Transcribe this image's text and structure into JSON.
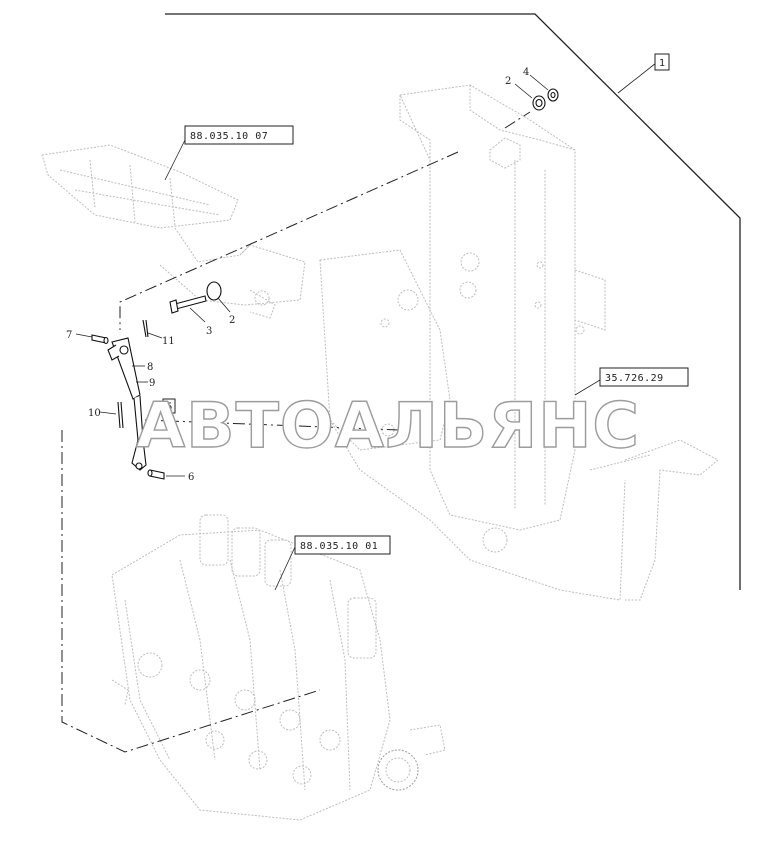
{
  "frame_label": "1",
  "references": [
    {
      "id": "ref-pedal",
      "text": "88.035.10 07"
    },
    {
      "id": "ref-frame",
      "text": "35.726.29"
    },
    {
      "id": "ref-valve",
      "text": "88.035.10 01"
    }
  ],
  "callouts": {
    "c2_top": "2",
    "c4": "4",
    "c2_mid": "2",
    "c3": "3",
    "c7": "7",
    "c11": "11",
    "c8": "8",
    "c9": "9",
    "c5": "5",
    "c10": "10",
    "c6": "6"
  },
  "watermark": "АВТОАЛЬЯНС"
}
